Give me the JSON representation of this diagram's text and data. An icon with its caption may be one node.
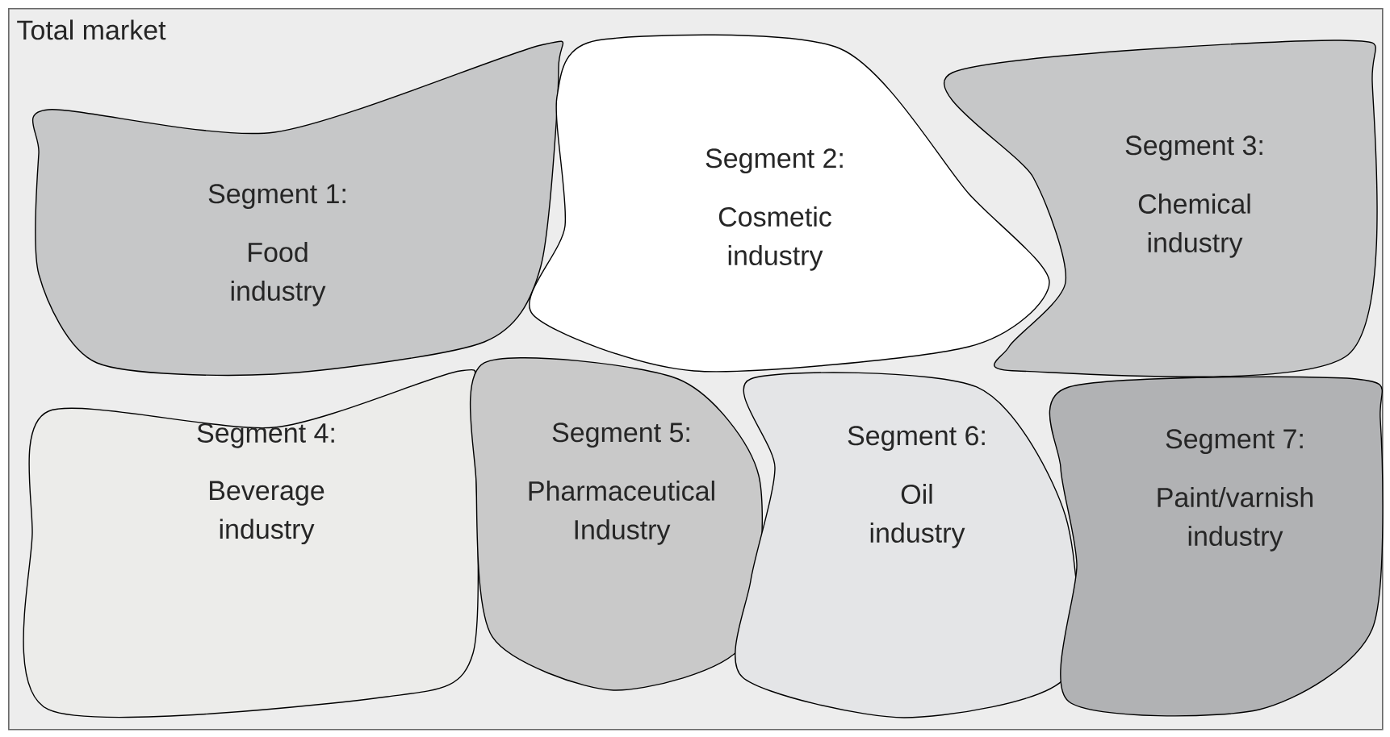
{
  "diagram": {
    "nodes": [
      {
        "text": [
          "Total market"
        ]
      },
      {
        "text": [
          "Segment 1:",
          "Food industry"
        ],
        "in": 0
      },
      {
        "text": [
          "Segment 2:",
          "Cosmetic industry"
        ],
        "in": 0
      },
      {
        "text": [
          "Segment 3:",
          "Chemical industry"
        ],
        "in": 0
      },
      {
        "text": [
          "Segment 4:",
          "Beverage industry"
        ],
        "in": 0
      },
      {
        "text": [
          "Segment 5:",
          "Pharmaceutical Industry"
        ],
        "in": 0
      },
      {
        "text": [
          "Segment 6:",
          "Oil industry"
        ],
        "in": 0
      },
      {
        "text": [
          "Segment 7:",
          "Paint/varnish industry"
        ],
        "in": 0
      }
    ]
  }
}
